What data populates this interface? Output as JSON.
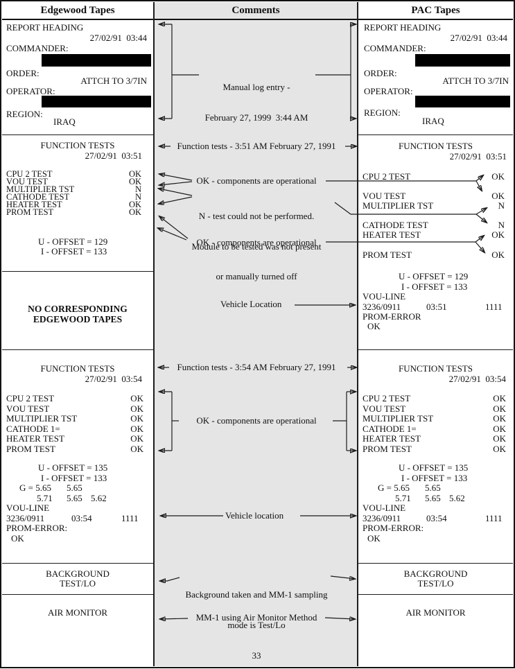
{
  "header": {
    "left": "Edgewood Tapes",
    "middle": "Comments",
    "right": "PAC Tapes"
  },
  "report": {
    "title": "REPORT HEADING",
    "datetime": "27/02/91  03:44",
    "commander": "COMMANDER:",
    "order": "ORDER:",
    "order_value": "ATTCH TO 3/7IN",
    "operator": "OPERATOR:",
    "region": "REGION:",
    "region_value": "IRAQ"
  },
  "ft1": {
    "title": "FUNCTION TESTS",
    "datetime": "27/02/91  03:51",
    "rows": [
      {
        "label": "CPU 2 TEST",
        "value": "OK"
      },
      {
        "label": "VOU TEST",
        "value": "OK"
      },
      {
        "label": "MULTIPLIER TST",
        "value": "N"
      },
      {
        "label": "CATHODE TEST",
        "value": "N"
      },
      {
        "label": "HEATER TEST",
        "value": "OK"
      },
      {
        "label": "PROM TEST",
        "value": "OK"
      }
    ],
    "u_offset": "U - OFFSET = 129",
    "i_offset": "I - OFFSET = 133",
    "vou_label": "VOU-LINE",
    "vou_a": "3236/0911",
    "vou_b": "03:51",
    "vou_c": "1111",
    "prom_label": "PROM-ERROR",
    "prom_value": "OK"
  },
  "no_match": {
    "line1": "NO CORRESPONDING",
    "line2": "EDGEWOOD TAPES"
  },
  "ft2": {
    "title": "FUNCTION TESTS",
    "datetime": "27/02/91  03:54",
    "rows": [
      {
        "label": "CPU 2 TEST",
        "value": "OK"
      },
      {
        "label": "VOU TEST",
        "value": "OK"
      },
      {
        "label": "MULTIPLIER TST",
        "value": "OK"
      },
      {
        "label": "CATHODE 1=",
        "value": "OK"
      },
      {
        "label": "HEATER TEST",
        "value": "OK"
      },
      {
        "label": "PROM TEST",
        "value": "OK"
      }
    ],
    "u_offset": "U - OFFSET = 135",
    "i_offset": "I - OFFSET = 133",
    "g1a": "G = 5.65",
    "g1b": "5.65",
    "g2a": "5.71",
    "g2b": "5.65",
    "g2c": "5.62",
    "vou_label": "VOU-LINE",
    "vou_a": "3236/0911",
    "vou_b": "03:54",
    "vou_c": "1111",
    "prom_label": "PROM-ERROR:",
    "prom_value": "OK"
  },
  "background": {
    "line1": "BACKGROUND",
    "line2": "TEST/LO"
  },
  "air_monitor": "AIR MONITOR",
  "comments": {
    "manual_log_1": "Manual log entry -",
    "manual_log_2": "February 27, 1999  3:44 AM",
    "ft1": "Function tests - 3:51 AM February 27, 1991",
    "ok1": "OK - components are operational",
    "n1": "N - test could not be performed.",
    "n2": "Module to be tested was not present",
    "n3": "or manually turned off",
    "ok2": "OK - components are operational",
    "vehicle1": "Vehicle Location",
    "ft2": "Function tests - 3:54 AM February 27, 1991",
    "ok3": "OK - components are operational",
    "vehicle2": "Vehicle location",
    "bg1": "Background taken and MM-1 sampling",
    "bg2": "mode is Test/Lo",
    "air": "MM-1 using Air Monitor Method",
    "page_number": "33"
  }
}
